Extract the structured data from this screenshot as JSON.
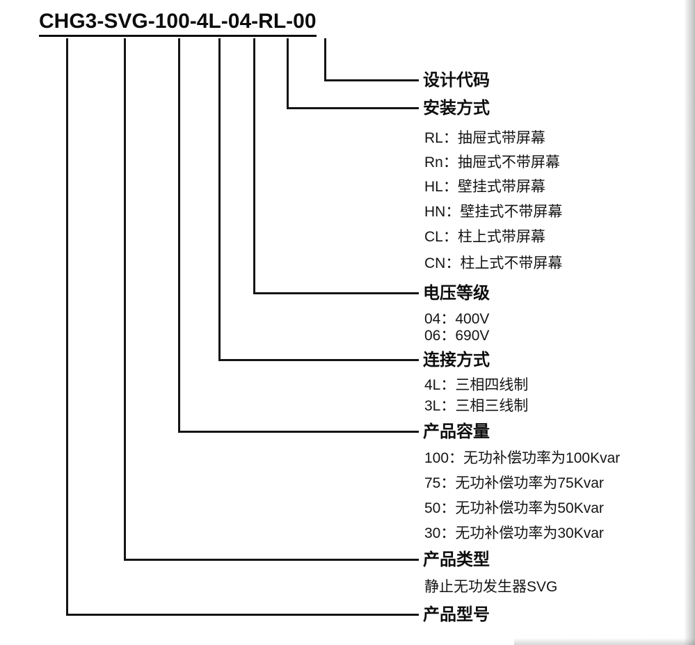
{
  "model": {
    "full": "CHG3-SVG-100-4L-04-RL-00",
    "segments": [
      "CHG3",
      "SVG",
      "100",
      "4L",
      "04",
      "RL",
      "00"
    ],
    "separator": "-"
  },
  "sections": {
    "design_code": {
      "title": "设计代码",
      "items": []
    },
    "installation": {
      "title": "安装方式",
      "items": [
        "RL：抽屉式带屏幕",
        "Rn：抽屉式不带屏幕",
        "HL：壁挂式带屏幕",
        "HN：壁挂式不带屏幕",
        "CL：柱上式带屏幕",
        "CN：柱上式不带屏幕"
      ]
    },
    "voltage": {
      "title": "电压等级",
      "items": [
        "04：400V",
        "06：690V"
      ]
    },
    "connection": {
      "title": "连接方式",
      "items": [
        "4L：三相四线制",
        "3L：三相三线制"
      ]
    },
    "capacity": {
      "title": "产品容量",
      "items": [
        "100：无功补偿功率为100Kvar",
        "75：无功补偿功率为75Kvar",
        "50：无功补偿功率为50Kvar",
        "30：无功补偿功率为30Kvar"
      ]
    },
    "product_type": {
      "title": "产品类型",
      "items": [
        "静止无功发生器SVG"
      ]
    },
    "model_code": {
      "title": "产品型号",
      "items": []
    }
  }
}
